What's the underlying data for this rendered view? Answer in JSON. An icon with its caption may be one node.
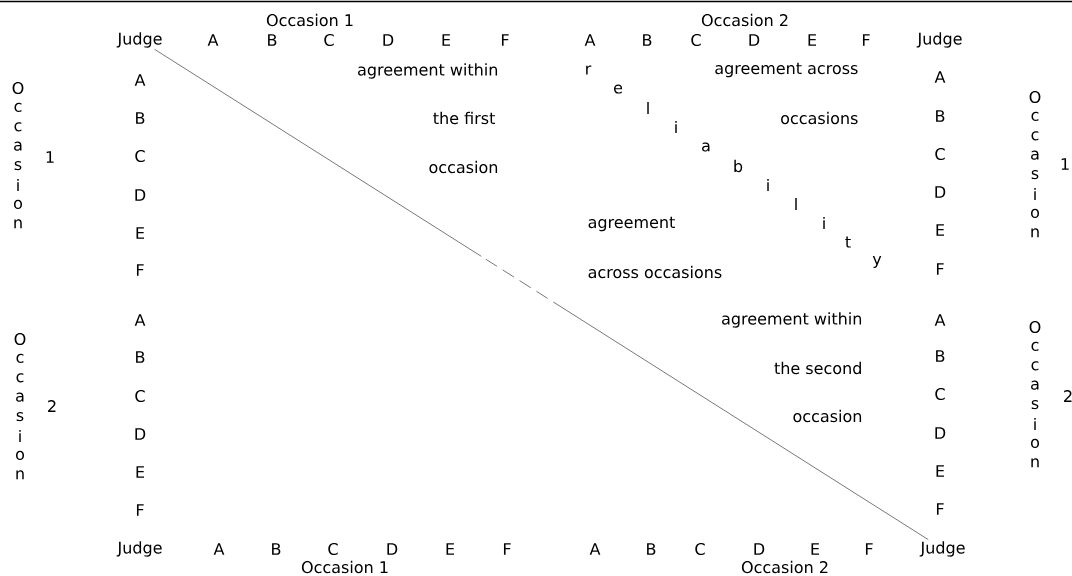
{
  "diagram": {
    "nodes": [
      {
        "text": [
          "Judge"
        ]
      },
      {
        "text": [
          "Judge"
        ]
      }
    ],
    "edges": [
      {
        "from": 0,
        "to": 1,
        "arrow": "none"
      }
    ],
    "labels": [
      "Occasion 1",
      "Occasion 2",
      "A",
      "B",
      "C",
      "D",
      "E",
      "F",
      "A",
      "B",
      "C",
      "D",
      "E",
      "F",
      "Judge",
      "O",
      "c",
      "c",
      "a",
      "s",
      "i",
      "o",
      "n",
      "1",
      "A",
      "B",
      "C",
      "D",
      "E",
      "F",
      "agreement within",
      "the first",
      "occasion",
      "agreement across",
      "occasions",
      "r",
      "e",
      "l",
      "i",
      "a",
      "b",
      "i",
      "l",
      "i",
      "t",
      "y",
      "agreement",
      "across occasions",
      "A",
      "B",
      "C",
      "D",
      "E",
      "F",
      "O",
      "c",
      "c",
      "a",
      "s",
      "i",
      "o",
      "n",
      "1",
      "A",
      "B",
      "C",
      "D",
      "E",
      "F",
      "O",
      "c",
      "c",
      "a",
      "s",
      "i",
      "o",
      "n",
      "2",
      "agreement within",
      "the second",
      "occasion",
      "A",
      "B",
      "C",
      "D",
      "E",
      "F",
      "O",
      "c",
      "c",
      "a",
      "s",
      "i",
      "o",
      "n",
      "2",
      "Judge",
      "A",
      "B",
      "C",
      "D",
      "E",
      "F",
      "A",
      "B",
      "C",
      "D",
      "E",
      "F",
      "Occasion 1",
      "Occasion 2"
    ]
  }
}
